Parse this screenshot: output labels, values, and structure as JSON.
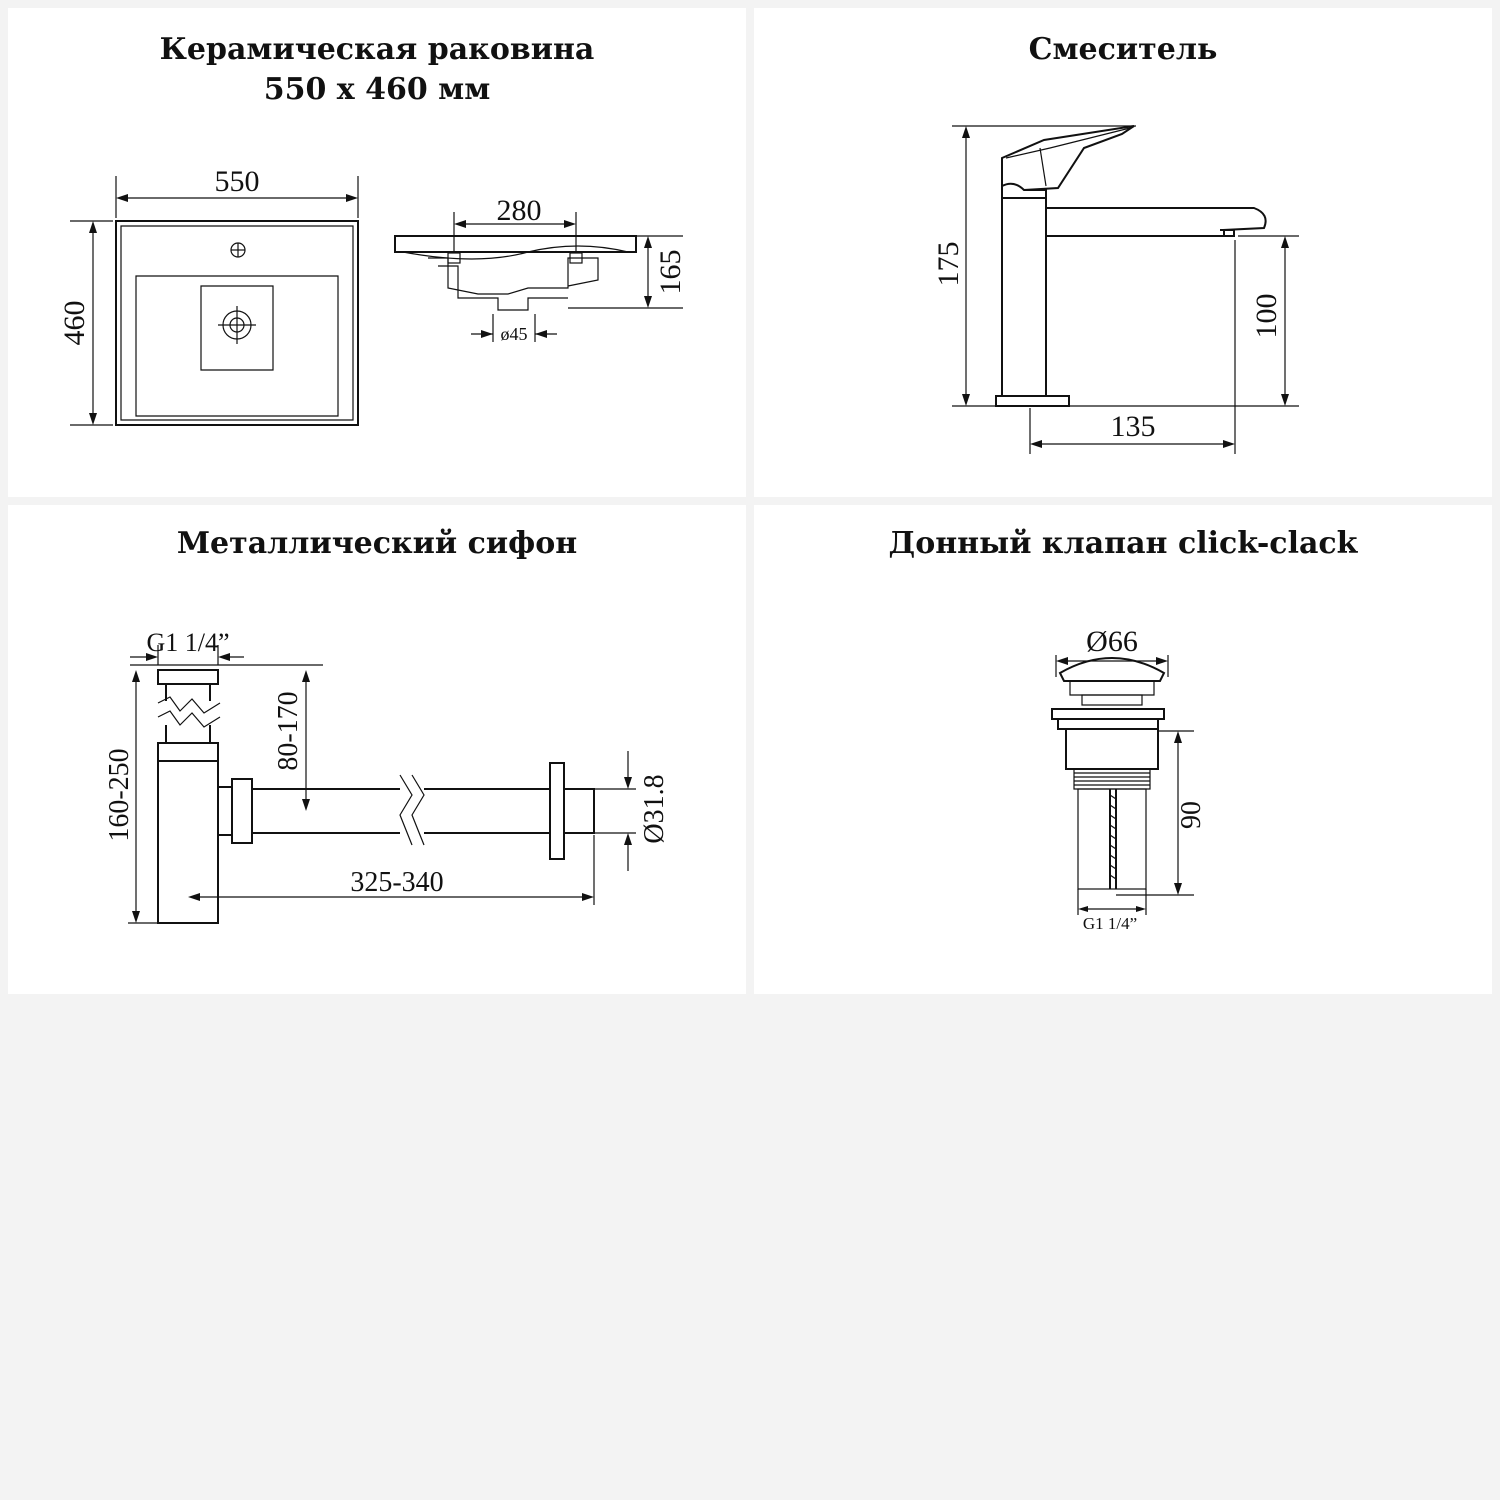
{
  "panels": {
    "sink": {
      "title_line1": "Керамическая раковина",
      "title_line2": "550 х 460 мм",
      "dims": {
        "width": "550",
        "depth": "460",
        "inner": "280",
        "height": "165",
        "drain": "ø45"
      }
    },
    "mixer": {
      "title": "Смеситель",
      "dims": {
        "height": "175",
        "spout_height": "100",
        "reach": "135"
      }
    },
    "siphon": {
      "title": "Металлический сифон",
      "dims": {
        "thread": "G1 1/4”",
        "height_range": "160-250",
        "inlet_range": "80-170",
        "length_range": "325-340",
        "outlet_diameter": "Ø31.8"
      }
    },
    "valve": {
      "title": "Донный клапан click-clack",
      "dims": {
        "cap_diameter": "Ø66",
        "height": "90",
        "thread": "G1 1/4”"
      }
    }
  }
}
